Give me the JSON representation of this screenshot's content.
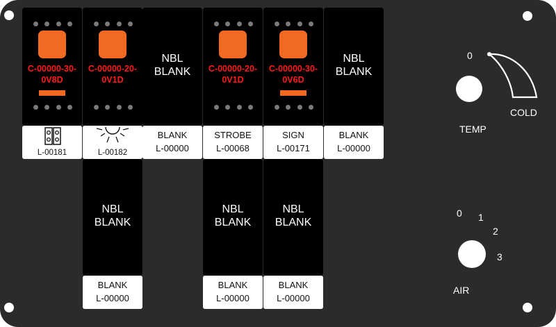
{
  "switches_top": [
    {
      "type": "lit",
      "code": "C-00000-30-\n0V8D",
      "bar": true,
      "label_line1": "",
      "label_line2": "L-00181",
      "label_icon": "double-rocker-icon"
    },
    {
      "type": "lit",
      "code": "C-00000-20-\n0V1D",
      "bar": false,
      "label_line1": "",
      "label_line2": "L-00182",
      "label_icon": "light-rays-icon"
    },
    {
      "type": "blank",
      "title": "NBL\nBLANK",
      "label_line1": "BLANK",
      "label_line2": "L-00000"
    },
    {
      "type": "lit",
      "code": "C-00000-20-\n0V1D",
      "bar": false,
      "label_line1": "STROBE",
      "label_line2": "L-00068"
    },
    {
      "type": "lit",
      "code": "C-00000-30-\n0V6D",
      "bar": true,
      "label_line1": "SIGN",
      "label_line2": "L-00171"
    },
    {
      "type": "blank",
      "title": "NBL\nBLANK",
      "label_line1": "BLANK",
      "label_line2": "L-00000"
    }
  ],
  "switches_bottom": [
    {
      "title": "NBL\nBLANK",
      "label_line1": "BLANK",
      "label_line2": "L-00000"
    },
    {
      "title": "NBL\nBLANK",
      "label_line1": "BLANK",
      "label_line2": "L-00000"
    },
    {
      "title": "NBL\nBLANK",
      "label_line1": "BLANK",
      "label_line2": "L-00000"
    }
  ],
  "temp_control": {
    "title": "TEMP",
    "min_label": "0",
    "max_label": "COLD"
  },
  "air_control": {
    "title": "AIR",
    "positions": [
      "0",
      "1",
      "2",
      "3"
    ]
  },
  "colors": {
    "panel": "#2b2b2b",
    "switch_face": "#000000",
    "lamp": "#f26a21",
    "code_text": "#ff1a1a",
    "label_bg": "#ffffff"
  }
}
